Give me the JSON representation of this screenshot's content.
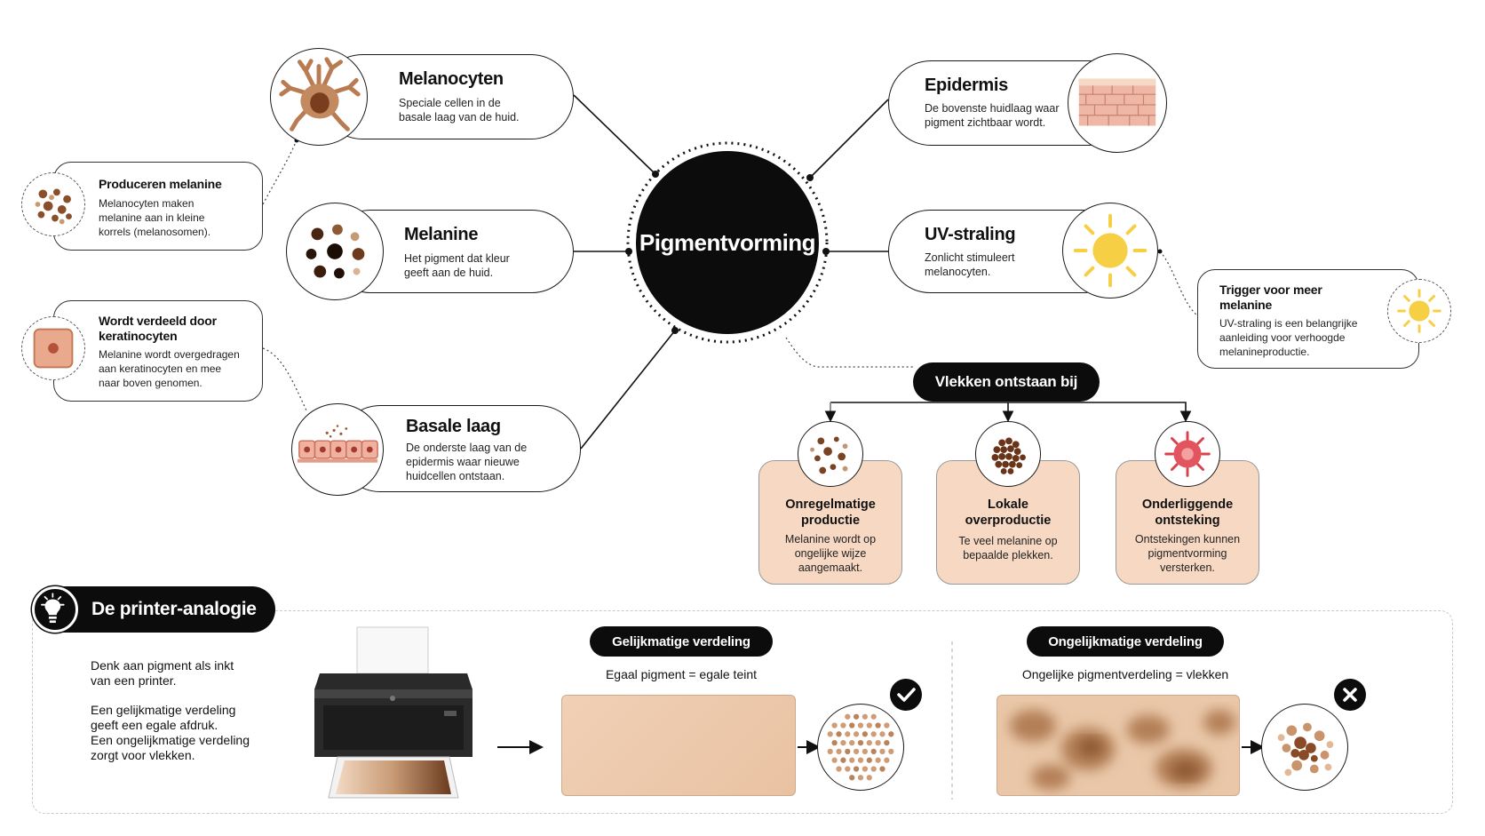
{
  "center": {
    "title": "Pigmentvorming"
  },
  "nodes": {
    "melanocyten": {
      "title": "Melanocyten",
      "desc1": "Speciale cellen in de",
      "desc2": "basale laag van de huid.",
      "icon": "melanocyte-cell-icon"
    },
    "melanine": {
      "title": "Melanine",
      "desc1": "Het pigment dat kleur",
      "desc2": "geeft aan de huid.",
      "icon": "melanin-granules-icon"
    },
    "basale_laag": {
      "title": "Basale laag",
      "desc1": "De onderste laag van de",
      "desc2": "epidermis waar nieuwe",
      "desc3": "huidcellen ontstaan.",
      "icon": "basal-cells-icon"
    },
    "epidermis": {
      "title": "Epidermis",
      "desc1": "De bovenste huidlaag waar",
      "desc2": "pigment zichtbaar wordt.",
      "icon": "skin-layer-icon"
    },
    "uv_straling": {
      "title": "UV-straling",
      "desc1": "Zonlicht stimuleert",
      "desc2": "melanocyten.",
      "icon": "sun-icon"
    }
  },
  "sub_nodes": {
    "produceren": {
      "title": "Produceren melanine",
      "desc1": "Melanocyten maken",
      "desc2": "melanine aan in kleine",
      "desc3": "korrels (melanosomen).",
      "icon": "melanosome-dots-icon"
    },
    "verdeeld": {
      "title1": "Wordt verdeeld door",
      "title2": "keratinocyten",
      "desc1": "Melanine wordt overgedragen",
      "desc2": "aan keratinocyten en mee",
      "desc3": "naar boven genomen.",
      "icon": "keratinocyte-cell-icon"
    },
    "trigger": {
      "title1": "Trigger voor meer",
      "title2": "melanine",
      "desc1": "UV-straling is een belangrijke",
      "desc2": "aanleiding voor verhoogde",
      "desc3": "melanineproductie.",
      "icon": "small-sun-icon"
    }
  },
  "vlekken": {
    "label": "Vlekken ontstaan bij",
    "causes": [
      {
        "title1": "Onregelmatige",
        "title2": "productie",
        "desc1": "Melanine wordt op",
        "desc2": "ongelijke wijze",
        "desc3": "aangemaakt.",
        "icon": "irregular-dots-icon"
      },
      {
        "title1": "Lokale",
        "title2": "overproductie",
        "desc1": "Te veel melanine op",
        "desc2": "bepaalde plekken.",
        "desc3": "",
        "icon": "dense-cluster-icon"
      },
      {
        "title1": "Onderliggende",
        "title2": "ontsteking",
        "desc1": "Ontstekingen kunnen",
        "desc2": "pigmentvorming",
        "desc3": "versterken.",
        "icon": "inflamed-cell-icon"
      }
    ]
  },
  "analogy": {
    "title": "De printer-analogie",
    "text1": "Denk aan pigment als inkt",
    "text2": "van een printer.",
    "text3": "Een gelijkmatige verdeling",
    "text4": "geeft een egale afdruk.",
    "text5": "Een ongelijkmatige verdeling",
    "text6": "zorgt voor vlekken.",
    "even": {
      "label": "Gelijkmatige verdeling",
      "caption": "Egaal pigment = egale teint",
      "badge": "check-icon"
    },
    "uneven": {
      "label": "Ongelijkmatige verdeling",
      "caption": "Ongelijke pigmentverdeling = vlekken",
      "badge": "cross-icon"
    }
  },
  "colors": {
    "accent": "#0c0c0c",
    "card_fill": "#f7d9c3",
    "pigment_dark": "#6b3a1f",
    "pigment_mid": "#a0683f",
    "skin": "#ebc7a7",
    "sun": "#f6cf45"
  }
}
